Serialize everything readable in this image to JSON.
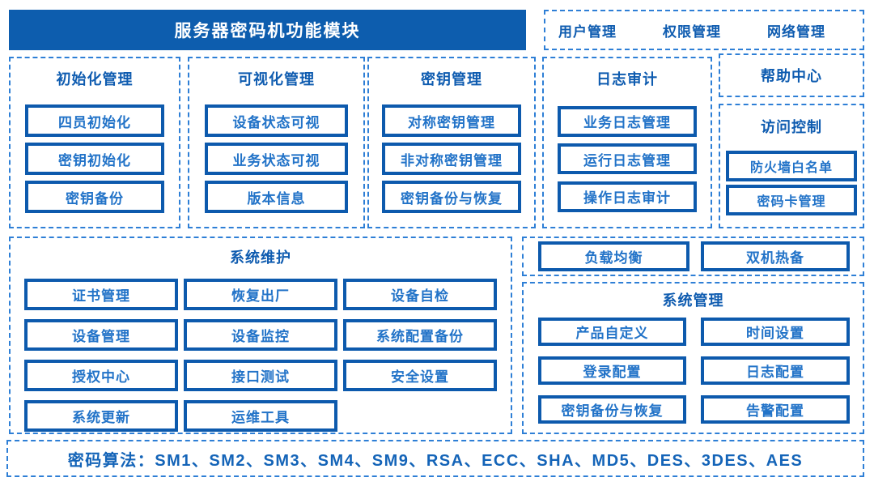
{
  "colors": {
    "header_bg": "#0d5dae",
    "solid_border": "#0d5aad",
    "item_text": "#2273c8",
    "title_text": "#0f5cb0",
    "dashed_border": "#2e7fd6"
  },
  "header": {
    "title": "服务器密码机功能模块"
  },
  "top_right": {
    "items": [
      "用户管理",
      "权限管理",
      "网络管理"
    ]
  },
  "groups": {
    "init": {
      "title": "初始化管理",
      "items": [
        "四员初始化",
        "密钥初始化",
        "密钥备份"
      ]
    },
    "visual": {
      "title": "可视化管理",
      "items": [
        "设备状态可视",
        "业务状态可视",
        "版本信息"
      ]
    },
    "key": {
      "title": "密钥管理",
      "items": [
        "对称密钥管理",
        "非对称密钥管理",
        "密钥备份与恢复"
      ]
    },
    "log": {
      "title": "日志审计",
      "items": [
        "业务日志管理",
        "运行日志管理",
        "操作日志审计"
      ]
    },
    "help": {
      "title": "帮助中心"
    },
    "access": {
      "title": "访问控制",
      "items": [
        "防火墙白名单",
        "密码卡管理"
      ]
    },
    "maintain": {
      "title": "系统维护",
      "items": [
        "证书管理",
        "恢复出厂",
        "设备自检",
        "设备管理",
        "设备监控",
        "系统配置备份",
        "授权中心",
        "接口测试",
        "安全设置",
        "系统更新",
        "运维工具"
      ]
    },
    "ha": {
      "items": [
        "负载均衡",
        "双机热备"
      ]
    },
    "sysmgmt": {
      "title": "系统管理",
      "items": [
        "产品自定义",
        "时间设置",
        "登录配置",
        "日志配置",
        "密钥备份与恢复",
        "告警配置"
      ]
    }
  },
  "footer": {
    "text": "密码算法：SM1、SM2、SM3、SM4、SM9、RSA、ECC、SHA、MD5、DES、3DES、AES"
  }
}
